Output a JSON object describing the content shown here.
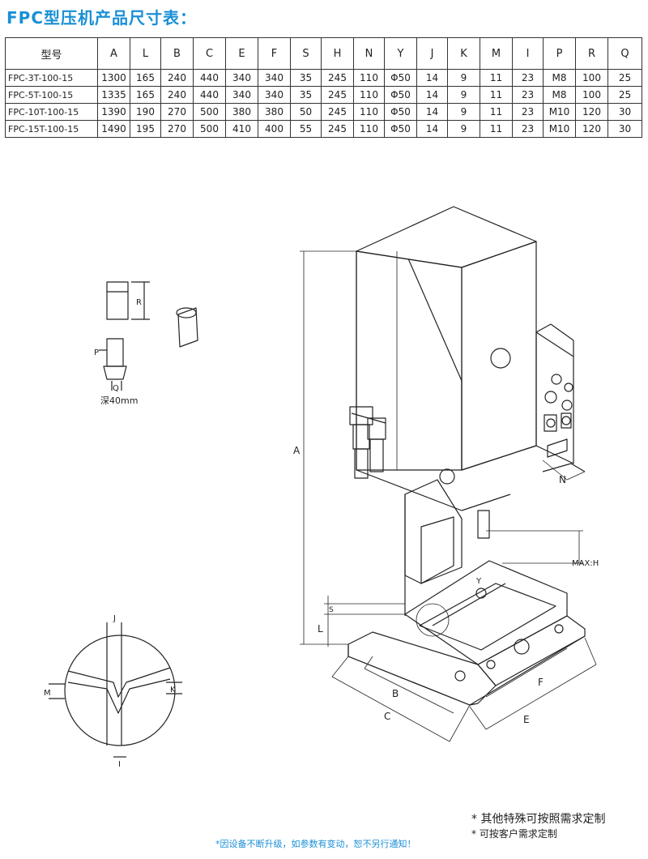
{
  "title": "FPC型压机产品尺寸表：",
  "table": {
    "headers": [
      "型号",
      "A",
      "L",
      "B",
      "C",
      "E",
      "F",
      "S",
      "H",
      "N",
      "Y",
      "J",
      "K",
      "M",
      "I",
      "P",
      "R",
      "Q"
    ],
    "rows": [
      [
        "FPC-3T-100-15",
        "1300",
        "165",
        "240",
        "440",
        "340",
        "340",
        "35",
        "245",
        "110",
        "Φ50",
        "14",
        "9",
        "11",
        "23",
        "M8",
        "100",
        "25"
      ],
      [
        "FPC-5T-100-15",
        "1335",
        "165",
        "240",
        "440",
        "340",
        "340",
        "35",
        "245",
        "110",
        "Φ50",
        "14",
        "9",
        "11",
        "23",
        "M8",
        "100",
        "25"
      ],
      [
        "FPC-10T-100-15",
        "1390",
        "190",
        "270",
        "500",
        "380",
        "380",
        "50",
        "245",
        "110",
        "Φ50",
        "14",
        "9",
        "11",
        "23",
        "M10",
        "120",
        "30"
      ],
      [
        "FPC-15T-100-15",
        "1490",
        "195",
        "270",
        "500",
        "410",
        "400",
        "55",
        "245",
        "110",
        "Φ50",
        "14",
        "9",
        "11",
        "23",
        "M10",
        "120",
        "30"
      ]
    ]
  },
  "drawing_labels": {
    "a": "A",
    "l": "L",
    "s": "S",
    "b": "B",
    "c": "C",
    "e": "E",
    "f": "F",
    "n": "N",
    "y": "Y",
    "maxh": "MAX:H",
    "r": "R",
    "p": "P",
    "q": "Q",
    "depth": "深40mm",
    "j": "J",
    "m": "M",
    "k": "K",
    "i": "I"
  },
  "notes": {
    "line1": "* 其他特殊可按照需求定制",
    "line2": "* 可按客户需求定制",
    "footnote": "*因设备不断升级，如参数有变动，恕不另行通知！"
  },
  "colors": {
    "accent": "#1a8fd6"
  }
}
